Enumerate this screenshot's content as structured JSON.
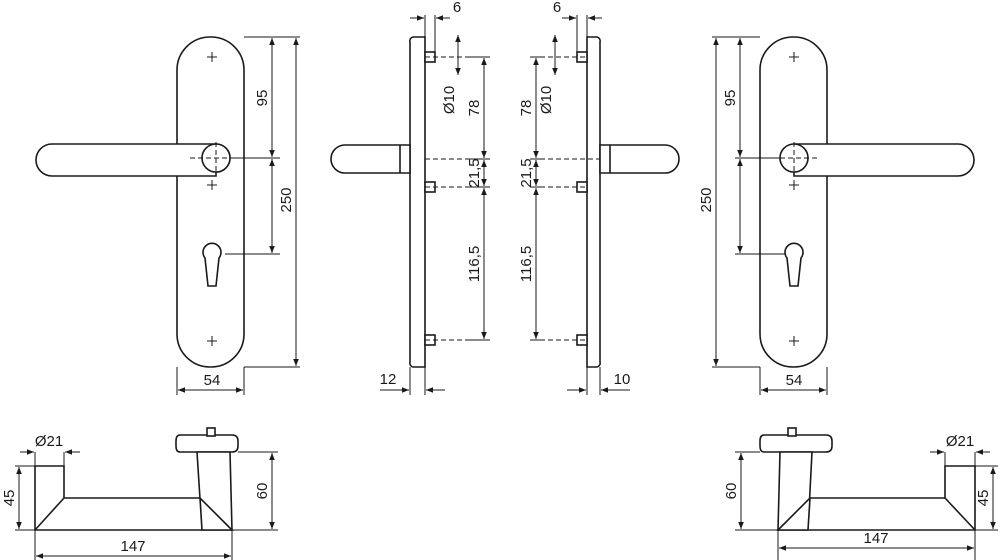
{
  "front_left": {
    "d95": "95",
    "d250": "250",
    "d54": "54"
  },
  "side_left": {
    "d6": "6",
    "d10": "Ø10",
    "d78": "78",
    "d215": "21,5",
    "d1165": "116,5",
    "d12": "12"
  },
  "side_right": {
    "d6": "6",
    "d10": "Ø10",
    "d78": "78",
    "d215": "21,5",
    "d1165": "116,5",
    "d10b": "10"
  },
  "front_right": {
    "d95": "95",
    "d250": "250",
    "d54": "54"
  },
  "plan_left": {
    "d21": "Ø21",
    "d45": "45",
    "d60": "60",
    "d147": "147"
  },
  "plan_right": {
    "d21": "Ø21",
    "d45": "45",
    "d60": "60",
    "d147": "147"
  }
}
